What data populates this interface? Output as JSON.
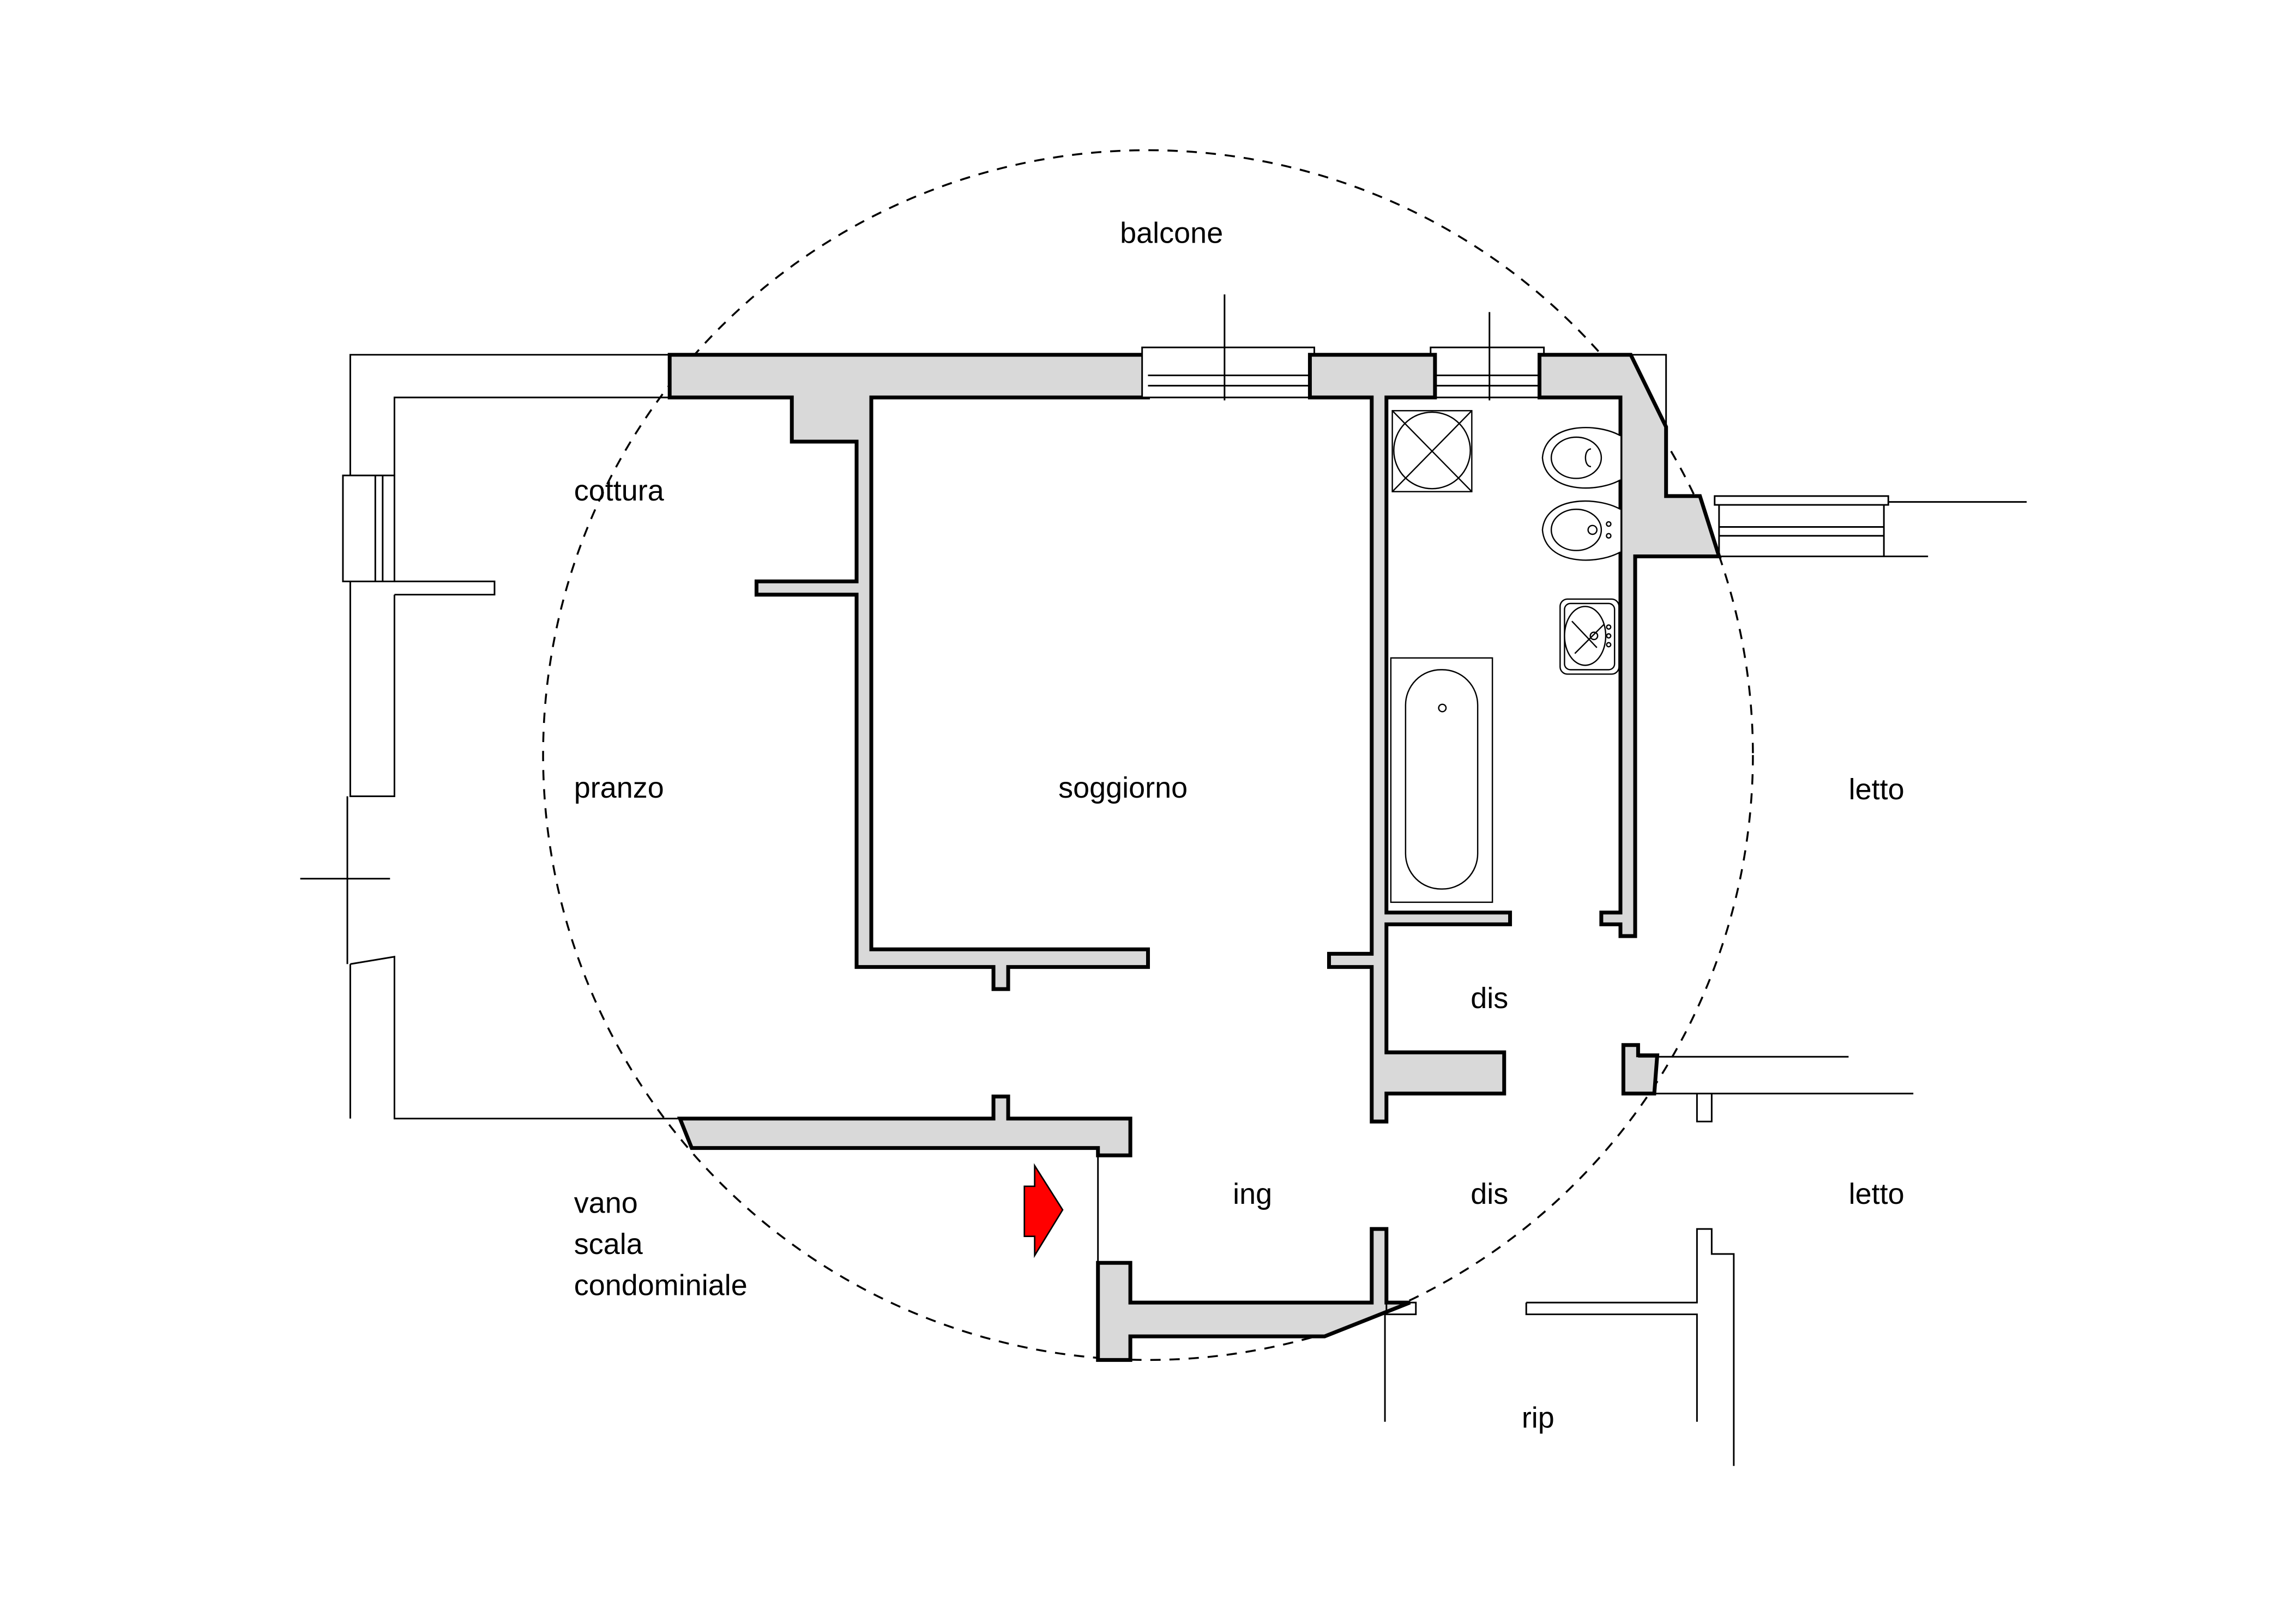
{
  "plan": {
    "rooms": {
      "balcone": "balcone",
      "cottura": "cottura",
      "pranzo": "pranzo",
      "soggiorno": "soggiorno",
      "letto_1": "letto",
      "dis_1": "dis",
      "ing": "ing",
      "dis_2": "dis",
      "letto_2": "letto",
      "vano_line1": "vano",
      "vano_line2": "scala",
      "vano_line3": "condominiale",
      "rip": "rip"
    },
    "colors": {
      "wall_fill": "#d9d9d9",
      "entrance_arrow": "#ff0000",
      "outline": "#000000"
    },
    "icons": [
      "entrance-arrow-icon",
      "washing-machine-icon",
      "toilet-icon",
      "bidet-icon",
      "sink-icon",
      "bathtub-icon"
    ]
  }
}
